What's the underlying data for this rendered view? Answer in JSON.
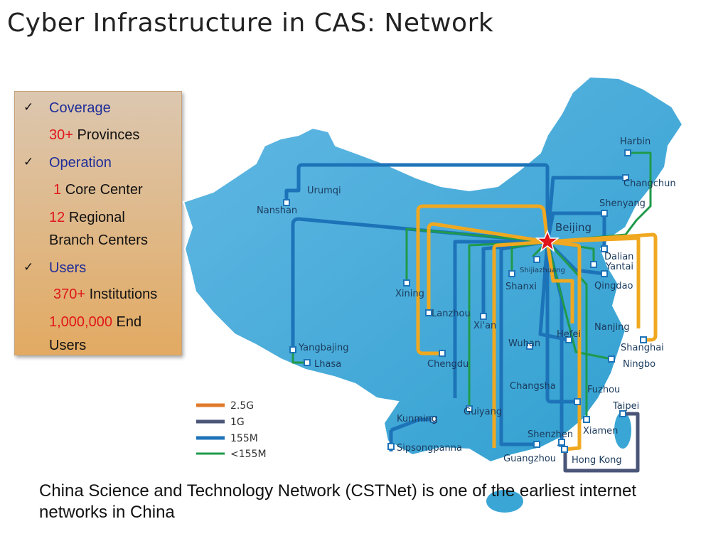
{
  "title": "Cyber Infrastructure in CAS: Network",
  "info": {
    "coverage_label": "Coverage",
    "provinces_count": "30+",
    "provinces_label": "Provinces",
    "operation_label": "Operation",
    "core_count": "1",
    "core_label": "Core Center",
    "regional_count": "12",
    "regional_label_1": "Regional",
    "regional_label_2": "Branch Centers",
    "users_label": "Users",
    "institutions_count": "370+",
    "institutions_label": "Institutions",
    "end_users_count": "1,000,000",
    "end_users_label_1": "End",
    "end_users_label_2": "Users"
  },
  "legend": [
    {
      "label": "2.5G",
      "color": "#e07a2a"
    },
    {
      "label": "1G",
      "color": "#4a5578"
    },
    {
      "label": "155M",
      "color": "#1d73b8"
    },
    {
      "label": "<155M",
      "color": "#1f9a4b"
    }
  ],
  "cities": {
    "harbin": "Harbin",
    "changchun": "Changchun",
    "shenyang": "Shenyang",
    "beijing": "Beijing",
    "dalian": "Dalian",
    "yantai": "Yantai",
    "qingdao": "Qingdao",
    "shijiazhuang": "Shijiazhuang",
    "shanxi": "Shanxi",
    "urumqi": "Urumqi",
    "nanshan": "Nanshan",
    "xining": "Xining",
    "lanzhou": "Lanzhou",
    "xian": "Xi'an",
    "hefei": "Hefei",
    "nanjing": "Nanjing",
    "shanghai": "Shanghai",
    "ningbo": "Ningbo",
    "wuhan": "Wuhan",
    "chengdu": "Chengdu",
    "yangbajing": "Yangbajing",
    "lhasa": "Lhasa",
    "changsha": "Changsha",
    "fuzhou": "Fuzhou",
    "taipei": "Taipei",
    "guiyang": "Guiyang",
    "kunming": "Kunming",
    "xiamen": "Xiamen",
    "shenzhen": "Shenzhen",
    "sipsongpanna": "Sipsongpanna",
    "guangzhou": "Guangzhou",
    "hongkong": "Hong Kong"
  },
  "caption": "China Science and Technology Network (CSTNet) is one of the earliest internet networks in China",
  "colors": {
    "map_fill": "#5cb3e0",
    "orange": "#f0a820",
    "blue": "#1d73b8",
    "green": "#1f9a4b",
    "navy": "#4a5578",
    "core_star": "#e0161b"
  }
}
